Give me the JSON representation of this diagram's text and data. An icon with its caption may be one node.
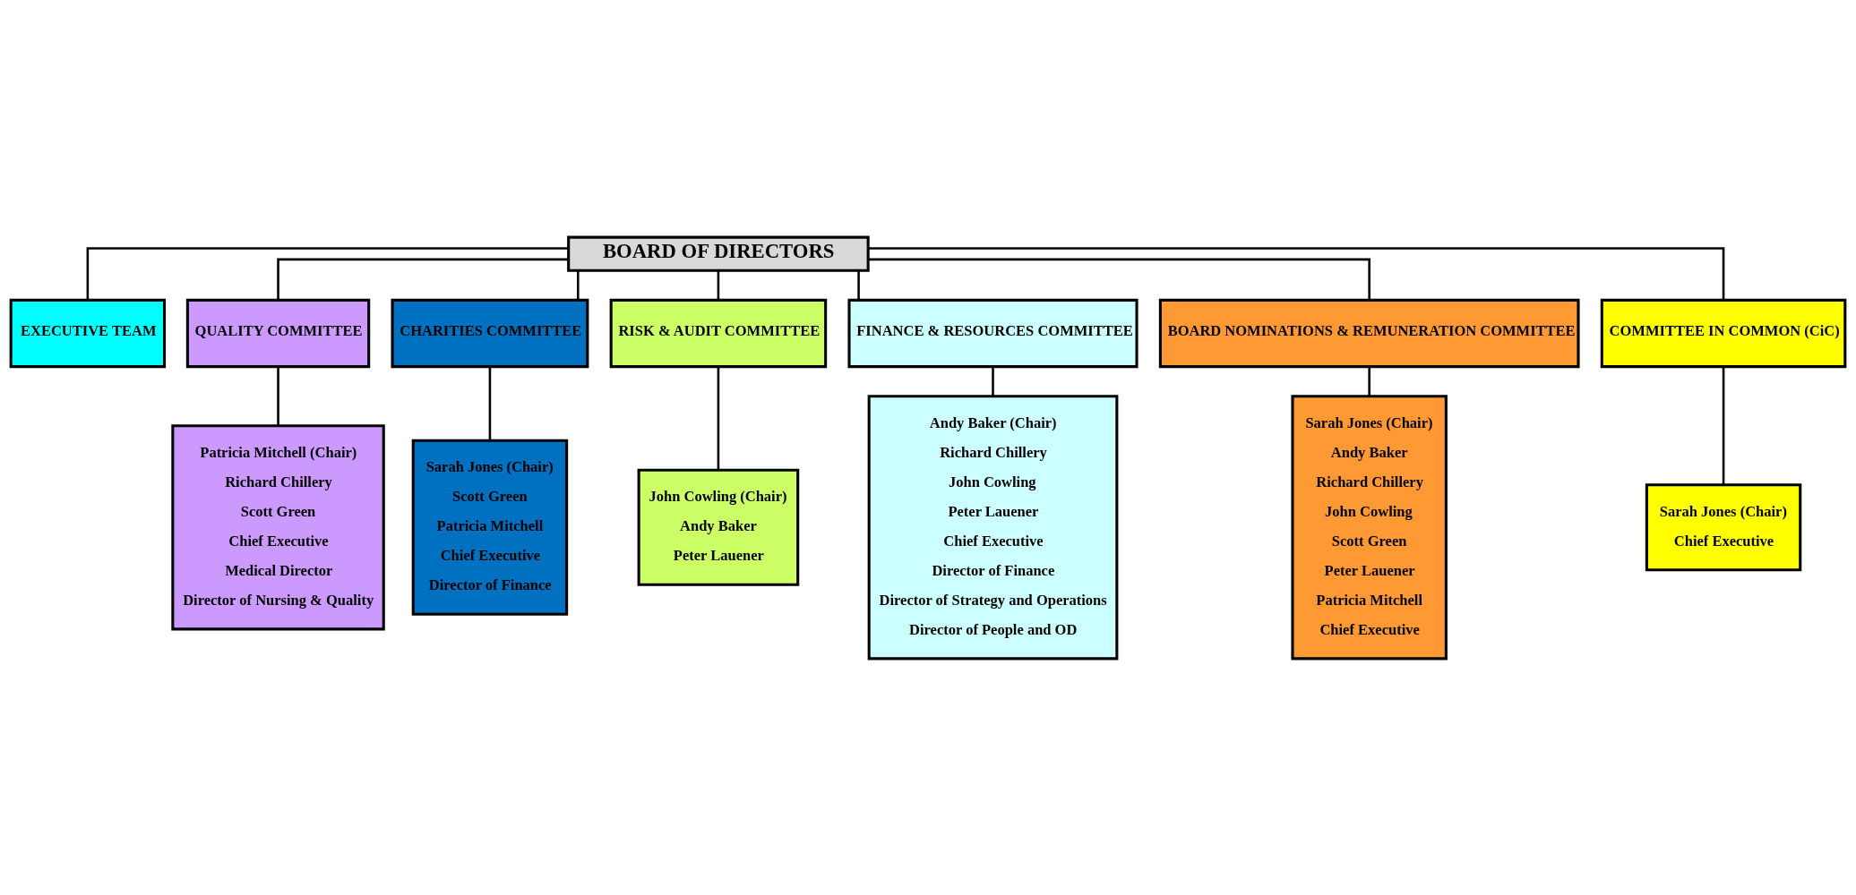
{
  "diagram": {
    "nodes": [
      {
        "text": [
          "BOARD OF DIRECTORS"
        ]
      },
      {
        "text": [
          "EXECUTIVE TEAM"
        ]
      },
      {
        "text": [
          "QUALITY COMMITTEE"
        ]
      },
      {
        "text": [
          "CHARITIES COMMITTEE"
        ]
      },
      {
        "text": [
          "RISK & AUDIT COMMITTEE"
        ]
      },
      {
        "text": [
          "FINANCE & RESOURCES COMMITTEE"
        ]
      },
      {
        "text": [
          "BOARD NOMINATIONS & REMUNERATION COMMITTEE"
        ]
      },
      {
        "text": [
          "COMMITTEE IN COMMON (CiC)"
        ]
      },
      {
        "text": [
          "Patricia Mitchell (Chair)",
          "Richard Chillery",
          "Scott Green",
          "Chief Executive",
          "Medical Director",
          "Director of Nursing & Quality"
        ]
      },
      {
        "text": [
          "Sarah Jones (Chair)",
          "Scott Green",
          "Patricia Mitchell",
          "Chief Executive",
          "Director of Finance"
        ]
      },
      {
        "text": [
          "John Cowling (Chair)",
          "Andy Baker",
          "Peter Lauener"
        ]
      },
      {
        "text": [
          "Andy Baker (Chair)",
          "Richard Chillery",
          "John Cowling",
          "Peter Lauener",
          "Chief Executive",
          "Director of Finance",
          "Director of Strategy and Operations",
          "Director of People and OD"
        ]
      },
      {
        "text": [
          "Sarah Jones (Chair)",
          "Andy Baker",
          "Richard Chillery",
          "John Cowling",
          "Scott Green",
          "Peter Lauener",
          "Patricia Mitchell",
          "Chief Executive"
        ]
      },
      {
        "text": [
          "Sarah Jones (Chair)",
          "Chief Executive"
        ]
      }
    ],
    "edges": [
      {
        "from": 0,
        "to": 1,
        "arrow": "none"
      },
      {
        "from": 0,
        "to": 2,
        "arrow": "none"
      },
      {
        "from": 0,
        "to": 3,
        "arrow": "none"
      },
      {
        "from": 0,
        "to": 4,
        "arrow": "none"
      },
      {
        "from": 0,
        "to": 5,
        "arrow": "none"
      },
      {
        "from": 0,
        "to": 6,
        "arrow": "none"
      },
      {
        "from": 0,
        "to": 7,
        "arrow": "none"
      },
      {
        "from": 2,
        "to": 8,
        "arrow": "none"
      },
      {
        "from": 3,
        "to": 9,
        "arrow": "none"
      },
      {
        "from": 4,
        "to": 10,
        "arrow": "none"
      },
      {
        "from": 5,
        "to": 11,
        "arrow": "none"
      },
      {
        "from": 6,
        "to": 12,
        "arrow": "none"
      },
      {
        "from": 7,
        "to": 13,
        "arrow": "none"
      }
    ]
  }
}
